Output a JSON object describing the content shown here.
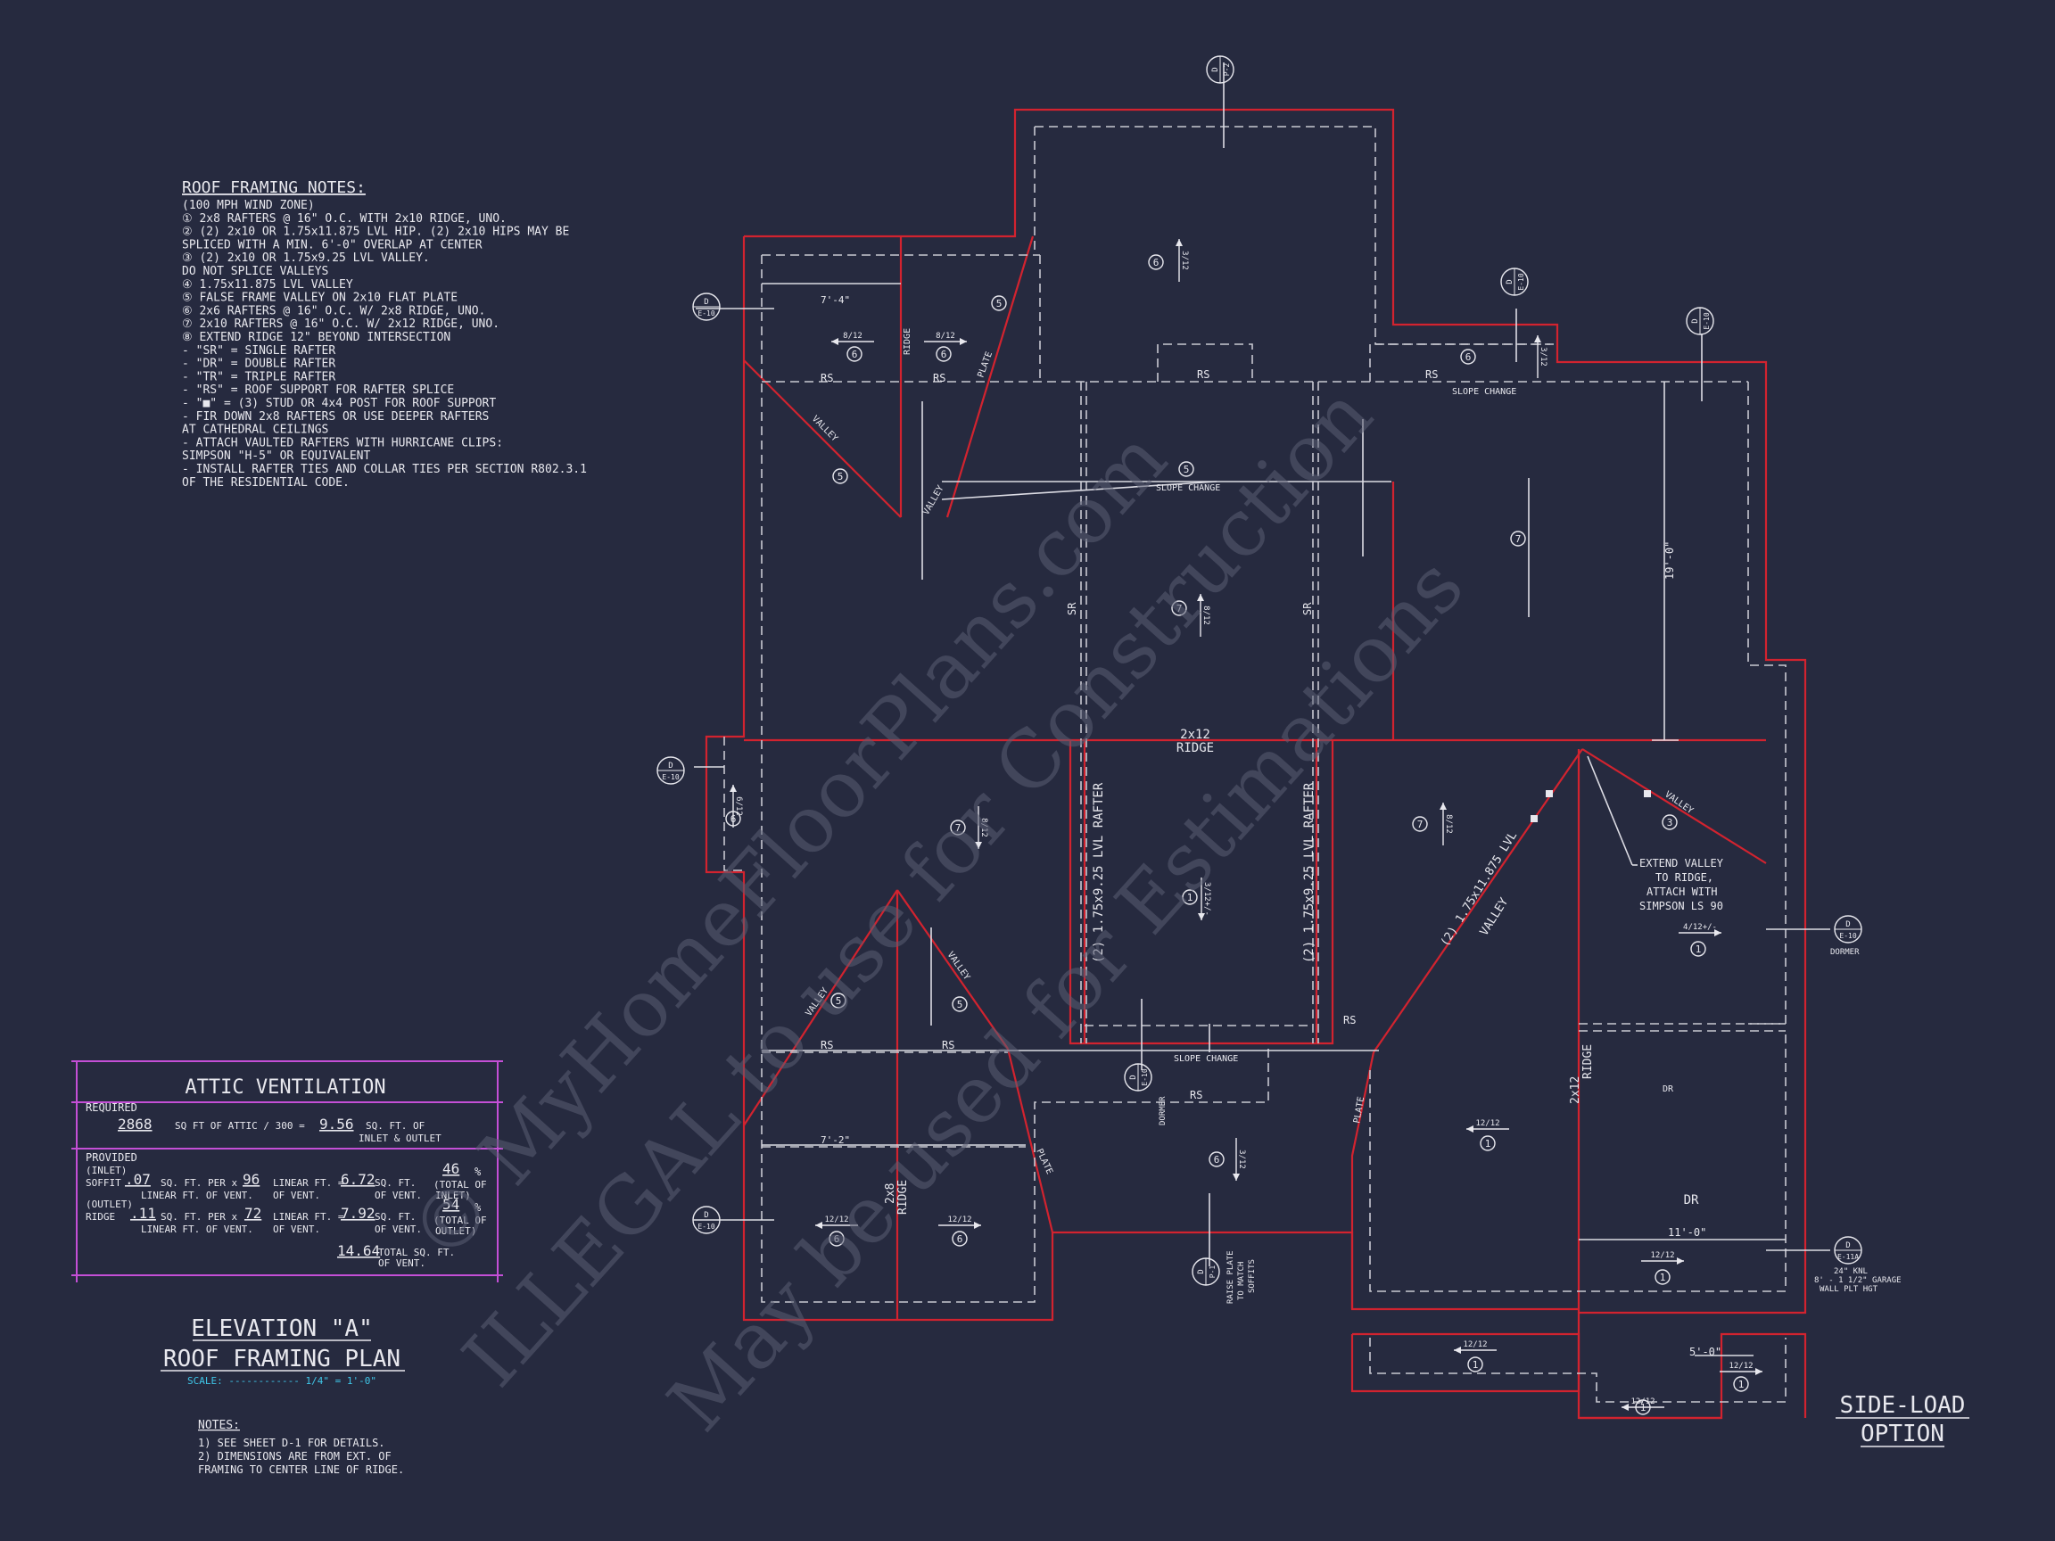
{
  "notes_title": "ROOF FRAMING NOTES:",
  "notes": [
    "(100 MPH WIND ZONE)",
    "① 2x8 RAFTERS @ 16\" O.C. WITH 2x10 RIDGE, UNO.",
    "② (2) 2x10 OR 1.75x11.875 LVL HIP. (2) 2x10 HIPS MAY BE",
    "    SPLICED WITH A MIN. 6'-0\" OVERLAP AT CENTER",
    "③ (2) 2x10 OR 1.75x9.25 LVL VALLEY.",
    "    DO NOT SPLICE VALLEYS",
    "④ 1.75x11.875 LVL VALLEY",
    "⑤ FALSE FRAME VALLEY ON 2x10 FLAT PLATE",
    "⑥ 2x6 RAFTERS @ 16\" O.C. W/ 2x8 RIDGE, UNO.",
    "⑦ 2x10 RAFTERS @ 16\" O.C. W/ 2x12 RIDGE, UNO.",
    "⑧ EXTEND RIDGE 12\" BEYOND INTERSECTION",
    "-  \"SR\" = SINGLE RAFTER",
    "-  \"DR\" = DOUBLE RAFTER",
    "-  \"TR\" = TRIPLE RAFTER",
    "-  \"RS\" = ROOF SUPPORT FOR RAFTER SPLICE",
    "-  \"■\" = (3) STUD OR 4x4 POST FOR ROOF SUPPORT",
    "-  FIR DOWN 2x8 RAFTERS OR USE DEEPER RAFTERS",
    "    AT CATHEDRAL CEILINGS",
    "-  ATTACH VAULTED RAFTERS WITH HURRICANE CLIPS:",
    "    SIMPSON \"H-5\" OR EQUIVALENT",
    "-  INSTALL RAFTER TIES AND COLLAR TIES PER SECTION R802.3.1",
    "    OF THE RESIDENTIAL CODE."
  ],
  "attic": {
    "title": "ATTIC VENTILATION",
    "required": "REQUIRED",
    "req_area": "2868",
    "req_text": "SQ FT OF ATTIC / 300 =",
    "req_result": "9.56",
    "req_unit": "SQ. FT. OF",
    "req_unit2": "INLET & OUTLET",
    "provided": "PROVIDED",
    "inlet_label": "(INLET)",
    "soffit": "SOFFIT",
    "soffit_val": ".07",
    "sqft_per": "SQ. FT. PER x",
    "linear_vent": "LINEAR FT. OF VENT.",
    "soffit_len": "96",
    "linear_ft": "LINEAR FT. =",
    "of_vent": "OF VENT.",
    "soffit_area": "6.72",
    "sqft": "SQ. FT.",
    "soffit_pct": "46",
    "pct": "%",
    "total_of": "(TOTAL OF",
    "inlet_close": "INLET)",
    "outlet_label": "(OUTLET)",
    "ridge": "RIDGE",
    "ridge_val": ".11",
    "ridge_len": "72",
    "ridge_area": "7.92",
    "ridge_pct": "54",
    "outlet_close": "OUTLET)",
    "total_val": "14.64",
    "total_text": "TOTAL SQ. FT.",
    "total_text2": "OF VENT."
  },
  "title1": "ELEVATION \"A\"",
  "title2": "ROOF FRAMING PLAN",
  "scale": "SCALE: ------------ 1/4\" = 1'-0\"",
  "footnotes_title": "NOTES:",
  "footnotes": [
    "1)  SEE SHEET D-1 FOR DETAILS.",
    "2)  DIMENSIONS ARE FROM EXT. OF",
    "     FRAMING TO CENTER LINE OF RIDGE."
  ],
  "side_load1": "SIDE-LOAD",
  "side_load2": "OPTION",
  "labels": {
    "rs": "RS",
    "ridge": "RIDGE",
    "plate": "PLATE",
    "valley": "VALLEY",
    "slope_change": "SLOPE CHANGE",
    "sr": "SR",
    "dr": "DR",
    "ridge_2x12": "2x12",
    "ridge_2x8": "2x8",
    "lvl_rafter": "(2) 1.75x9.25 LVL RAFTER",
    "lvl_valley": "(2) 1.75x11.875 LVL",
    "dim_7_4": "7'-4\"",
    "dim_7_2": "7'-2\"",
    "dim_19_0": "19'-0\"",
    "dim_11_0": "11'-0\"",
    "dim_5_0": "5'-0\"",
    "pitch_8_12": "8/12",
    "pitch_3_12": "3/12",
    "pitch_12_12": "12/12",
    "pitch_6_12": "6/12",
    "pitch_4_12": "4/12+/-",
    "pitch_3_12b": "3/12+/-",
    "extend_valley1": "EXTEND VALLEY",
    "extend_valley2": "TO RIDGE,",
    "extend_valley3": "ATTACH WITH",
    "extend_valley4": "SIMPSON LS 90",
    "dormer": "DORMER",
    "garage1": "24\" KNL",
    "garage2": "8' - 1 1/2\" GARAGE",
    "garage3": "WALL PLT HGT",
    "raise1": "RAISE PLATE",
    "raise2": "TO MATCH",
    "raise3": "SOFFITS",
    "tag_d": "D",
    "tag_e10": "E-10",
    "tag_e11a": "E-11A",
    "tag_p1": "P-1",
    "tag_p2": "P-2"
  },
  "callouts": {
    "one": "1",
    "three": "3",
    "five": "5",
    "six": "6",
    "seven": "7"
  },
  "watermark": [
    "© MyHomeFloorPlans.com",
    "ILLEGAL to use for Construction",
    "May be used for Estimations"
  ]
}
